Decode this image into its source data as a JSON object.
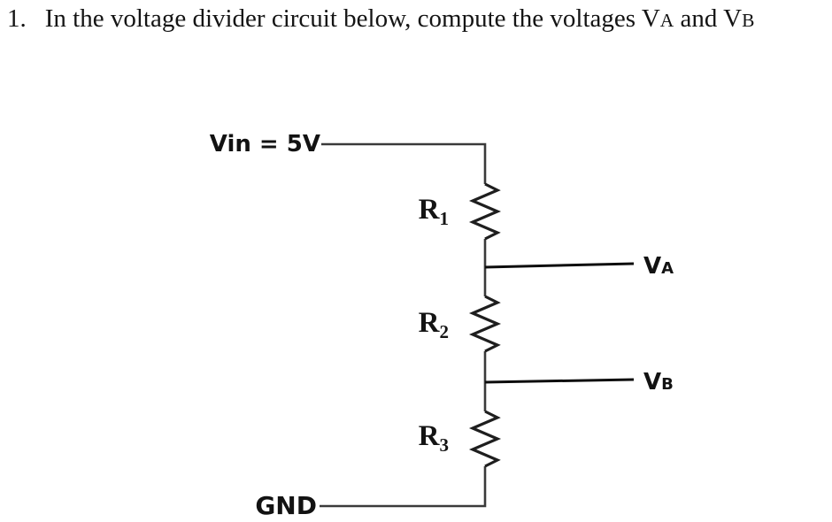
{
  "title": {
    "number": "1.",
    "text": "In the voltage divider circuit below, compute the voltages",
    "va_main": "V",
    "va_sub": "A",
    "conjunction": "and",
    "vb_main": "V",
    "vb_sub": "B"
  },
  "circuit": {
    "source_label": "Vin = 5V",
    "ground_label": "GND",
    "resistors": [
      {
        "symbol": "R",
        "sub": "1"
      },
      {
        "symbol": "R",
        "sub": "2"
      },
      {
        "symbol": "R",
        "sub": "3"
      }
    ],
    "taps": [
      {
        "main": "V",
        "sub": "A"
      },
      {
        "main": "V",
        "sub": "B"
      }
    ],
    "colors": {
      "wire": "#3a3a3a",
      "resistor": "#1e1e1e",
      "tap_line": "#0d0d0d",
      "text": "#141414"
    }
  }
}
